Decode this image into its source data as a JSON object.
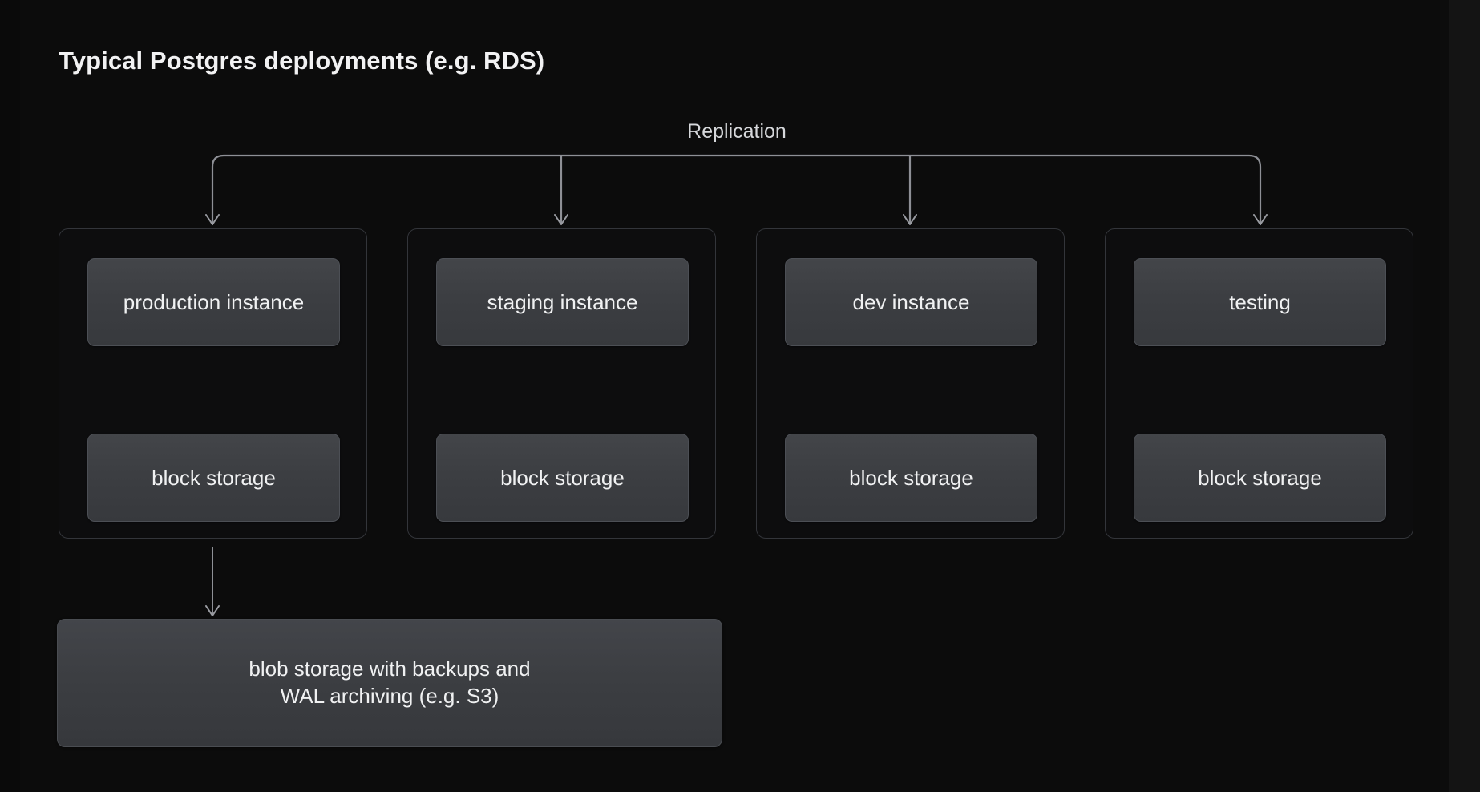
{
  "canvas": {
    "background_color": "#0c0c0c",
    "left_margin_color": "#0a0a0a",
    "right_margin_color": "#141414"
  },
  "title": "Typical Postgres deployments (e.g. RDS)",
  "replication": {
    "label": "Replication",
    "line_color": "#8e9096",
    "arrow_count": 4
  },
  "panels": [
    {
      "instance_label": "production instance",
      "storage_label": "block storage",
      "link_arrow": "bidirectional-vertical-arrow"
    },
    {
      "instance_label": "staging instance",
      "storage_label": "block storage",
      "link_arrow": "bidirectional-vertical-arrow"
    },
    {
      "instance_label": "dev instance",
      "storage_label": "block storage",
      "link_arrow": "bidirectional-vertical-arrow"
    },
    {
      "instance_label": "testing",
      "storage_label": "block storage",
      "link_arrow": "bidirectional-vertical-arrow"
    }
  ],
  "blob_storage": {
    "line1": "blob storage with backups and",
    "line2": "WAL archiving (e.g. S3)",
    "backup_arrow": "down-arrow"
  },
  "colors": {
    "node_fill_top": "#434549",
    "node_fill_bottom": "#37393d",
    "node_border": "#4c4f55",
    "panel_border": "#33353a",
    "text": "#f0f1f2",
    "muted_text": "#d6d8db"
  }
}
